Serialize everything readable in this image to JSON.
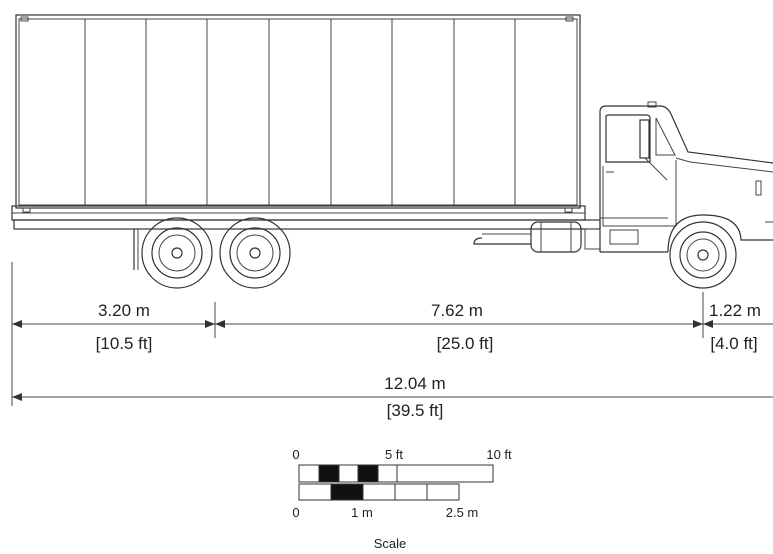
{
  "dimensions": {
    "rear_overhang": {
      "metric": "3.20 m",
      "imperial": "[10.5 ft]"
    },
    "wheelbase": {
      "metric": "7.62 m",
      "imperial": "[25.0 ft]"
    },
    "front_overhang": {
      "metric": "1.22 m",
      "imperial": "[4.0 ft]"
    },
    "overall_length": {
      "metric": "12.04 m",
      "imperial": "[39.5 ft]"
    }
  },
  "scale": {
    "title": "Scale",
    "top_labels": [
      "0",
      "5 ft",
      "10 ft"
    ],
    "bottom_labels": [
      "0",
      "1 m",
      "2.5 m"
    ]
  },
  "colors": {
    "line": "#333333",
    "fill_dark": "#111111",
    "background": "#ffffff"
  }
}
